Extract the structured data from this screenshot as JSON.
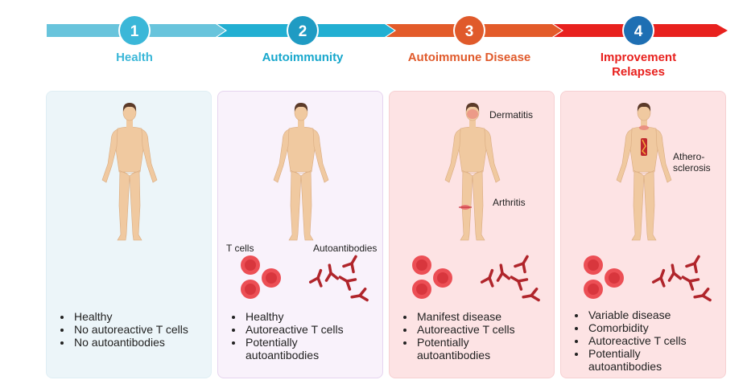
{
  "stages": [
    {
      "number": "1",
      "title_lines": [
        "Health"
      ],
      "color": "#3bb7d8",
      "panel_bg": "#ecf5f9",
      "panel_border": "#dfeef4",
      "bullets": [
        "Healthy",
        "No autoreactive T cells",
        "No autoantibodies"
      ]
    },
    {
      "number": "2",
      "title_lines": [
        "Autoimmunity"
      ],
      "color": "#17a7cc",
      "panel_bg": "#f9f2fb",
      "panel_border": "#e6d4ef",
      "labels": {
        "t_cells": "T cells",
        "autoantibodies": "Autoantibodies"
      },
      "bullets": [
        "Healthy",
        "Autoreactive T cells",
        "Potentially\nautoantibodies"
      ]
    },
    {
      "number": "3",
      "title_lines": [
        "Autoimmune Disease"
      ],
      "color": "#e05a2b",
      "panel_bg": "#fde3e4",
      "panel_border": "#f6d0d2",
      "labels": {
        "dermatitis": "Dermatitis",
        "arthritis": "Arthritis"
      },
      "bullets": [
        "Manifest disease",
        "Autoreactive T cells",
        "Potentially\nautoantibodies"
      ]
    },
    {
      "number": "4",
      "title_lines": [
        "Improvement",
        "Relapses"
      ],
      "color": "#e8211e",
      "panel_bg": "#fde3e4",
      "panel_border": "#f6d0d2",
      "labels": {
        "atherosclerosis": "Athero-\nsclerosis"
      },
      "bullets": [
        "Variable disease",
        "Comorbidity",
        "Autoreactive T cells",
        "Potentially\nautoantibodies"
      ]
    }
  ],
  "colors": {
    "skin": "#f0c9a0",
    "skin_edge": "#d9ab80",
    "hair": "#5b3a29",
    "cell": "#ec4f55",
    "cell_core": "#d8363d",
    "antibody": "#b0252b",
    "circle_badge_2": "#1f9bc3",
    "circle_badge_4": "#1e6fb3"
  },
  "icons": [
    "human-body-icon",
    "t-cell-icon",
    "antibody-icon",
    "inflammation-icon",
    "plaque-icon"
  ]
}
